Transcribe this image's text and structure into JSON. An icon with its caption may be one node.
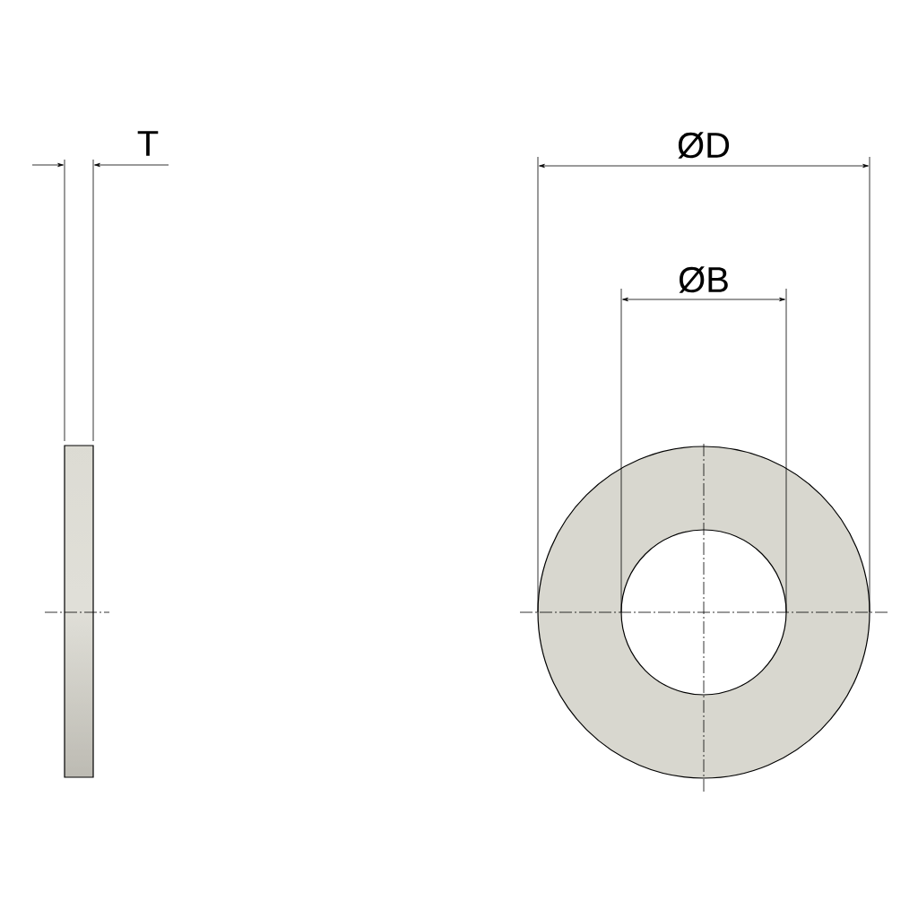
{
  "diagram": {
    "labels": [
      "T",
      "ØD",
      "ØB"
    ]
  }
}
